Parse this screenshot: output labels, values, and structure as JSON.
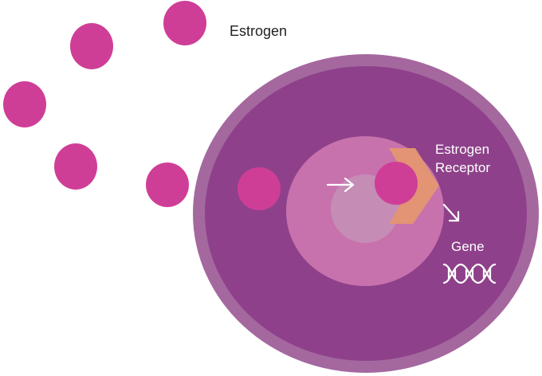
{
  "labels": {
    "estrogen": "Estrogen",
    "receptor_line1": "Estrogen",
    "receptor_line2": "Receptor",
    "gene": "Gene"
  },
  "colors": {
    "hormone": "#cf3e96",
    "cell_membrane": "#a4689f",
    "cytoplasm": "#8e418a",
    "nucleus": "#c872ad",
    "nucleolus": "#c58cb6",
    "receptor": "#e29474",
    "arrow": "#ffffff",
    "dna": "#ffffff"
  },
  "icons": [
    "right-arrow-icon",
    "diagonal-arrow-icon",
    "dna-icon"
  ]
}
